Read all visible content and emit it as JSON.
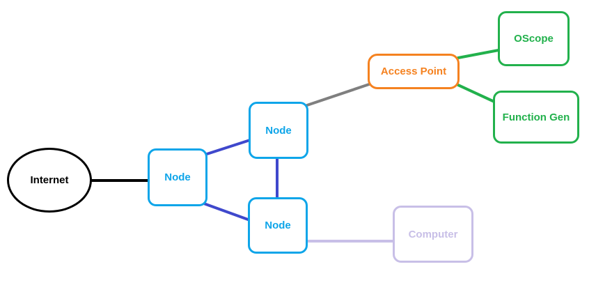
{
  "diagram": {
    "nodes": [
      {
        "id": "internet",
        "label": "Internet",
        "color": "#000000"
      },
      {
        "id": "node1",
        "label": "Node",
        "color": "#0ea5e9"
      },
      {
        "id": "node2",
        "label": "Node",
        "color": "#0ea5e9"
      },
      {
        "id": "node3",
        "label": "Node",
        "color": "#0ea5e9"
      },
      {
        "id": "access_point",
        "label": "Access Point",
        "color": "#f58220"
      },
      {
        "id": "oscope",
        "label": "OScope",
        "color": "#22b14c"
      },
      {
        "id": "function_gen",
        "label": "Function Gen",
        "color": "#22b14c"
      },
      {
        "id": "computer",
        "label": "Computer",
        "color": "#c8bfe7"
      }
    ],
    "edges": [
      {
        "from": "internet",
        "to": "node1",
        "color": "#000000"
      },
      {
        "from": "node1",
        "to": "node2",
        "color": "#3f48cc"
      },
      {
        "from": "node1",
        "to": "node3",
        "color": "#3f48cc"
      },
      {
        "from": "node2",
        "to": "node3",
        "color": "#3f48cc"
      },
      {
        "from": "node2",
        "to": "access_point",
        "color": "#7f7f7f"
      },
      {
        "from": "access_point",
        "to": "oscope",
        "color": "#22b14c"
      },
      {
        "from": "access_point",
        "to": "function_gen",
        "color": "#22b14c"
      },
      {
        "from": "node3",
        "to": "computer",
        "color": "#c8bfe7"
      }
    ]
  }
}
